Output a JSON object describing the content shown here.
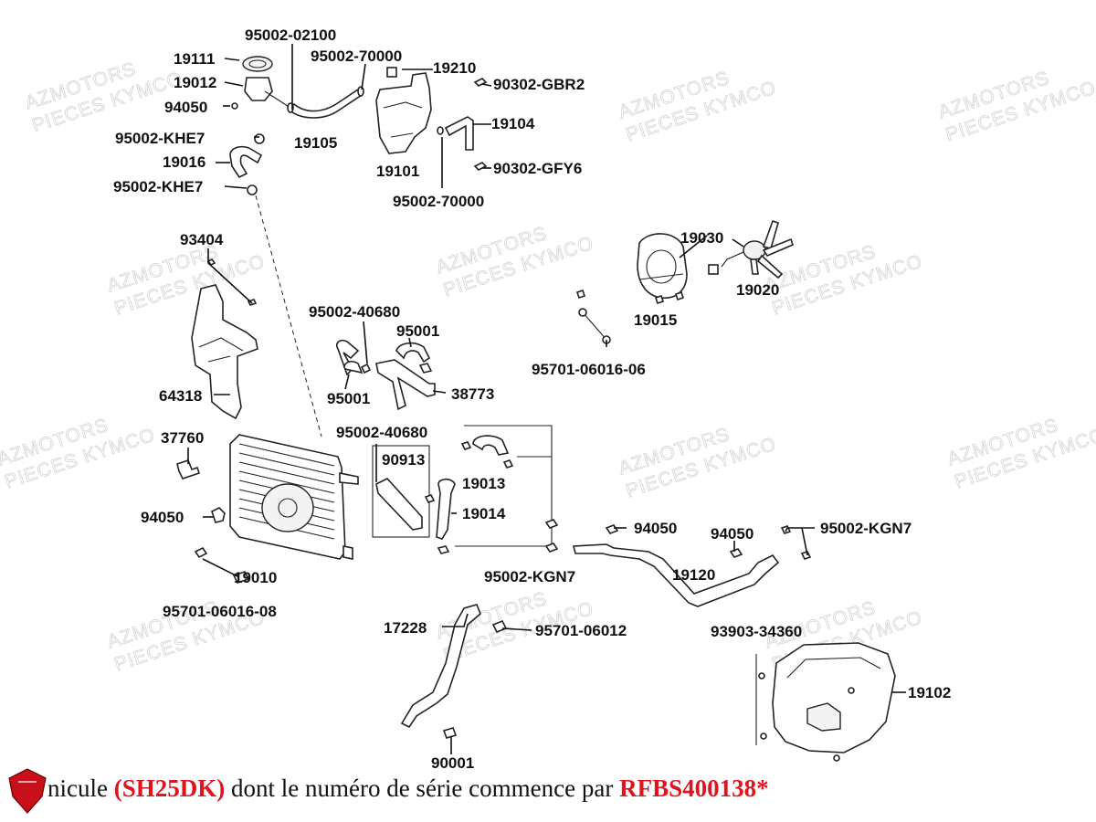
{
  "watermark": {
    "line1": "AZMOTORS",
    "line2": "PIECES KYMCO"
  },
  "parts": {
    "p95002_02100": "95002-02100",
    "p95002_70000_a": "95002-70000",
    "p19111": "19111",
    "p19012": "19012",
    "p94050_a": "94050",
    "p19210": "19210",
    "p90302_gbr2": "90302-GBR2",
    "p95002_khe7_a": "95002-KHE7",
    "p19105": "19105",
    "p19104": "19104",
    "p19016": "19016",
    "p19101": "19101",
    "p90302_gfy6": "90302-GFY6",
    "p95002_khe7_b": "95002-KHE7",
    "p95002_70000_b": "95002-70000",
    "p19030": "19030",
    "p93404": "93404",
    "p19020": "19020",
    "p95002_40680_a": "95002-40680",
    "p19015": "19015",
    "p95001_a": "95001",
    "p95701_06016_06": "95701-06016-06",
    "p64318": "64318",
    "p95001_b": "95001",
    "p38773": "38773",
    "p37760": "37760",
    "p95002_40680_b": "95002-40680",
    "p90913": "90913",
    "p19013": "19013",
    "p19014": "19014",
    "p94050_b": "94050",
    "p94050_c": "94050",
    "p94050_d": "94050",
    "p95002_kgn7_a": "95002-KGN7",
    "p19010": "19010",
    "p95002_kgn7_b": "95002-KGN7",
    "p19120": "19120",
    "p95701_06016_08": "95701-06016-08",
    "p17228": "17228",
    "p95701_06012": "95701-06012",
    "p93903_34360": "93903-34360",
    "p19102": "19102",
    "p90001": "90001"
  },
  "footer": {
    "prefix": "nicule ",
    "model": "(SH25DK)",
    "middle": " dont le numéro de série commence par ",
    "serial": "RFBS400138*"
  },
  "colors": {
    "accent_red": "#e0141e",
    "logo_red": "#c8101a"
  }
}
